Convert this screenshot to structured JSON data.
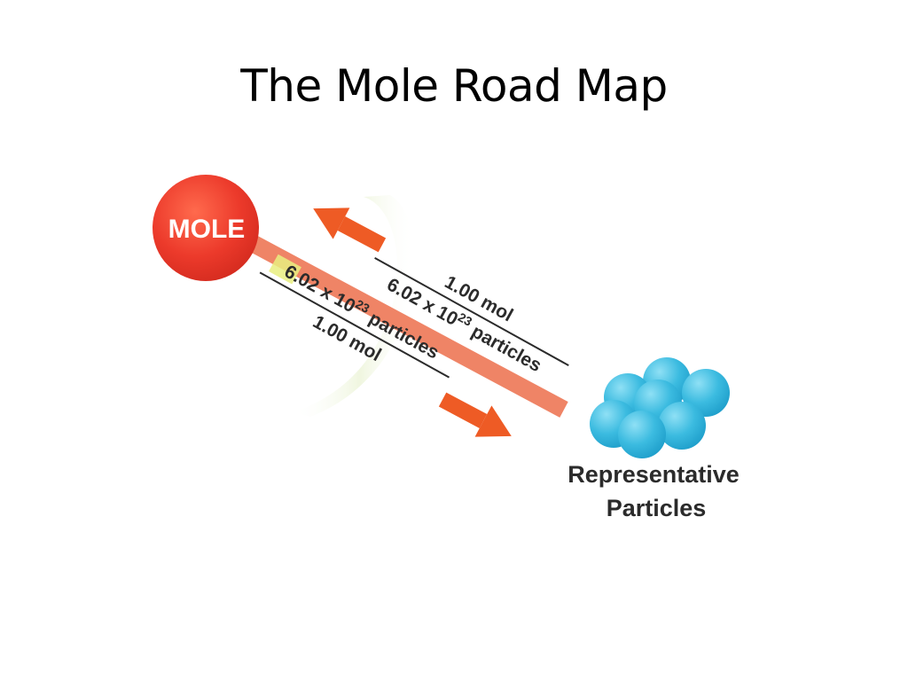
{
  "slide": {
    "title": "The Mole Road Map"
  },
  "diagram": {
    "mole_label": "MOLE",
    "particles_label_line1": "Representative",
    "particles_label_line2": "Particles",
    "upper_fraction": {
      "numerator": "1.00 mol",
      "denominator_prefix": "6.02 x 10",
      "denominator_exponent": "23",
      "denominator_suffix": " particles"
    },
    "lower_fraction": {
      "numerator_prefix": "6.02 x 10",
      "numerator_exponent": "23",
      "numerator_suffix": " particles",
      "denominator": "1.00 mol"
    },
    "colors": {
      "mole_circle": "#e8362a",
      "road": "#ef8466",
      "arrow": "#ee5b25",
      "particle": "#3bbbe0",
      "glow": "#eef5dc",
      "highlight": "#e9ef80"
    }
  }
}
